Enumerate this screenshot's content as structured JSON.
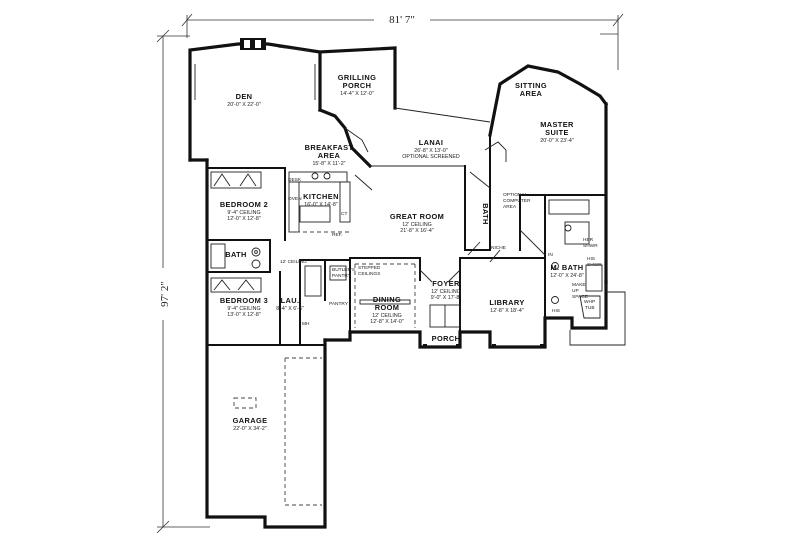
{
  "dimensions": {
    "overall_width": "81' 7\"",
    "overall_depth": "97' 2\""
  },
  "rooms": [
    {
      "id": "den",
      "name": "DEN",
      "lines": [
        "20'-0\" X 22'-0\""
      ]
    },
    {
      "id": "grilling-porch",
      "name": "GRILLING",
      "lines": [
        "PORCH",
        "14'-4\" X 12'-0\""
      ]
    },
    {
      "id": "sitting-area",
      "name": "SITTING",
      "lines": [
        "AREA"
      ]
    },
    {
      "id": "master-suite",
      "name": "MASTER",
      "lines": [
        "SUITE",
        "20'-0\" X 23'-4\""
      ]
    },
    {
      "id": "breakfast-area",
      "name": "BREAKFAST",
      "lines": [
        "AREA",
        "15'-8\" X 11'-2\""
      ]
    },
    {
      "id": "lanai",
      "name": "LANAI",
      "lines": [
        "26'-8\" X 13'-0\"",
        "OPTIONAL SCREENED"
      ]
    },
    {
      "id": "kitchen",
      "name": "KITCHEN",
      "lines": [
        "16'-0\" X 14'-8\""
      ]
    },
    {
      "id": "bedroom-2",
      "name": "BEDROOM 2",
      "lines": [
        "9'-4\" CEILING",
        "12'-0\" X 12'-8\""
      ]
    },
    {
      "id": "great-room",
      "name": "GREAT ROOM",
      "lines": [
        "12' CEILING",
        "21'-8\" X 16'-4\""
      ]
    },
    {
      "id": "bath",
      "name": "BATH",
      "lines": []
    },
    {
      "id": "bath-master",
      "name": "BATH",
      "lines": []
    },
    {
      "id": "m-bath",
      "name": "M. BATH",
      "lines": [
        "12'-0\" X 24'-8\""
      ]
    },
    {
      "id": "bedroom-3",
      "name": "BEDROOM 3",
      "lines": [
        "9'-4\" CEILING",
        "13'-0\" X 12'-8\""
      ]
    },
    {
      "id": "laundry",
      "name": "LAU.",
      "lines": [
        "8'-4\" X 6'-6\""
      ]
    },
    {
      "id": "dining-room",
      "name": "DINING",
      "lines": [
        "ROOM",
        "12' CEILING",
        "12'-8\" X 14'-0\""
      ]
    },
    {
      "id": "foyer",
      "name": "FOYER",
      "lines": [
        "12' CEILING",
        "9'-0\" X 17'-8\""
      ]
    },
    {
      "id": "library",
      "name": "LIBRARY",
      "lines": [
        "12'-8\" X 18'-4\""
      ]
    },
    {
      "id": "porch",
      "name": "PORCH",
      "lines": []
    },
    {
      "id": "garage",
      "name": "GARAGE",
      "lines": [
        "22'-0\" X 34'-2\""
      ]
    }
  ],
  "notes": {
    "desk": "DESK",
    "oven": "OVEN",
    "ref": "REF.",
    "ct": "CT",
    "ceiling_hall": "12' CEILING",
    "butlers_pantry": [
      "BUTLER'S",
      "PANTRY"
    ],
    "pantry": "PANTRY",
    "stepped_ceilings": [
      "STEPPED",
      "CEILINGS"
    ],
    "niche": "NICHE",
    "computer_area": [
      "OPTIONAL",
      "COMPUTER",
      "AREA"
    ],
    "her_shwr": [
      "HER",
      "SHWR"
    ],
    "his_shwr": [
      "HIS",
      "SHWR"
    ],
    "make_up_space": [
      "MAKE",
      "UP",
      "SPACE"
    ],
    "whp_tub": [
      "WHP",
      "TUB"
    ],
    "his_sink": "HIS",
    "in": "IN",
    "mh": "MH"
  }
}
